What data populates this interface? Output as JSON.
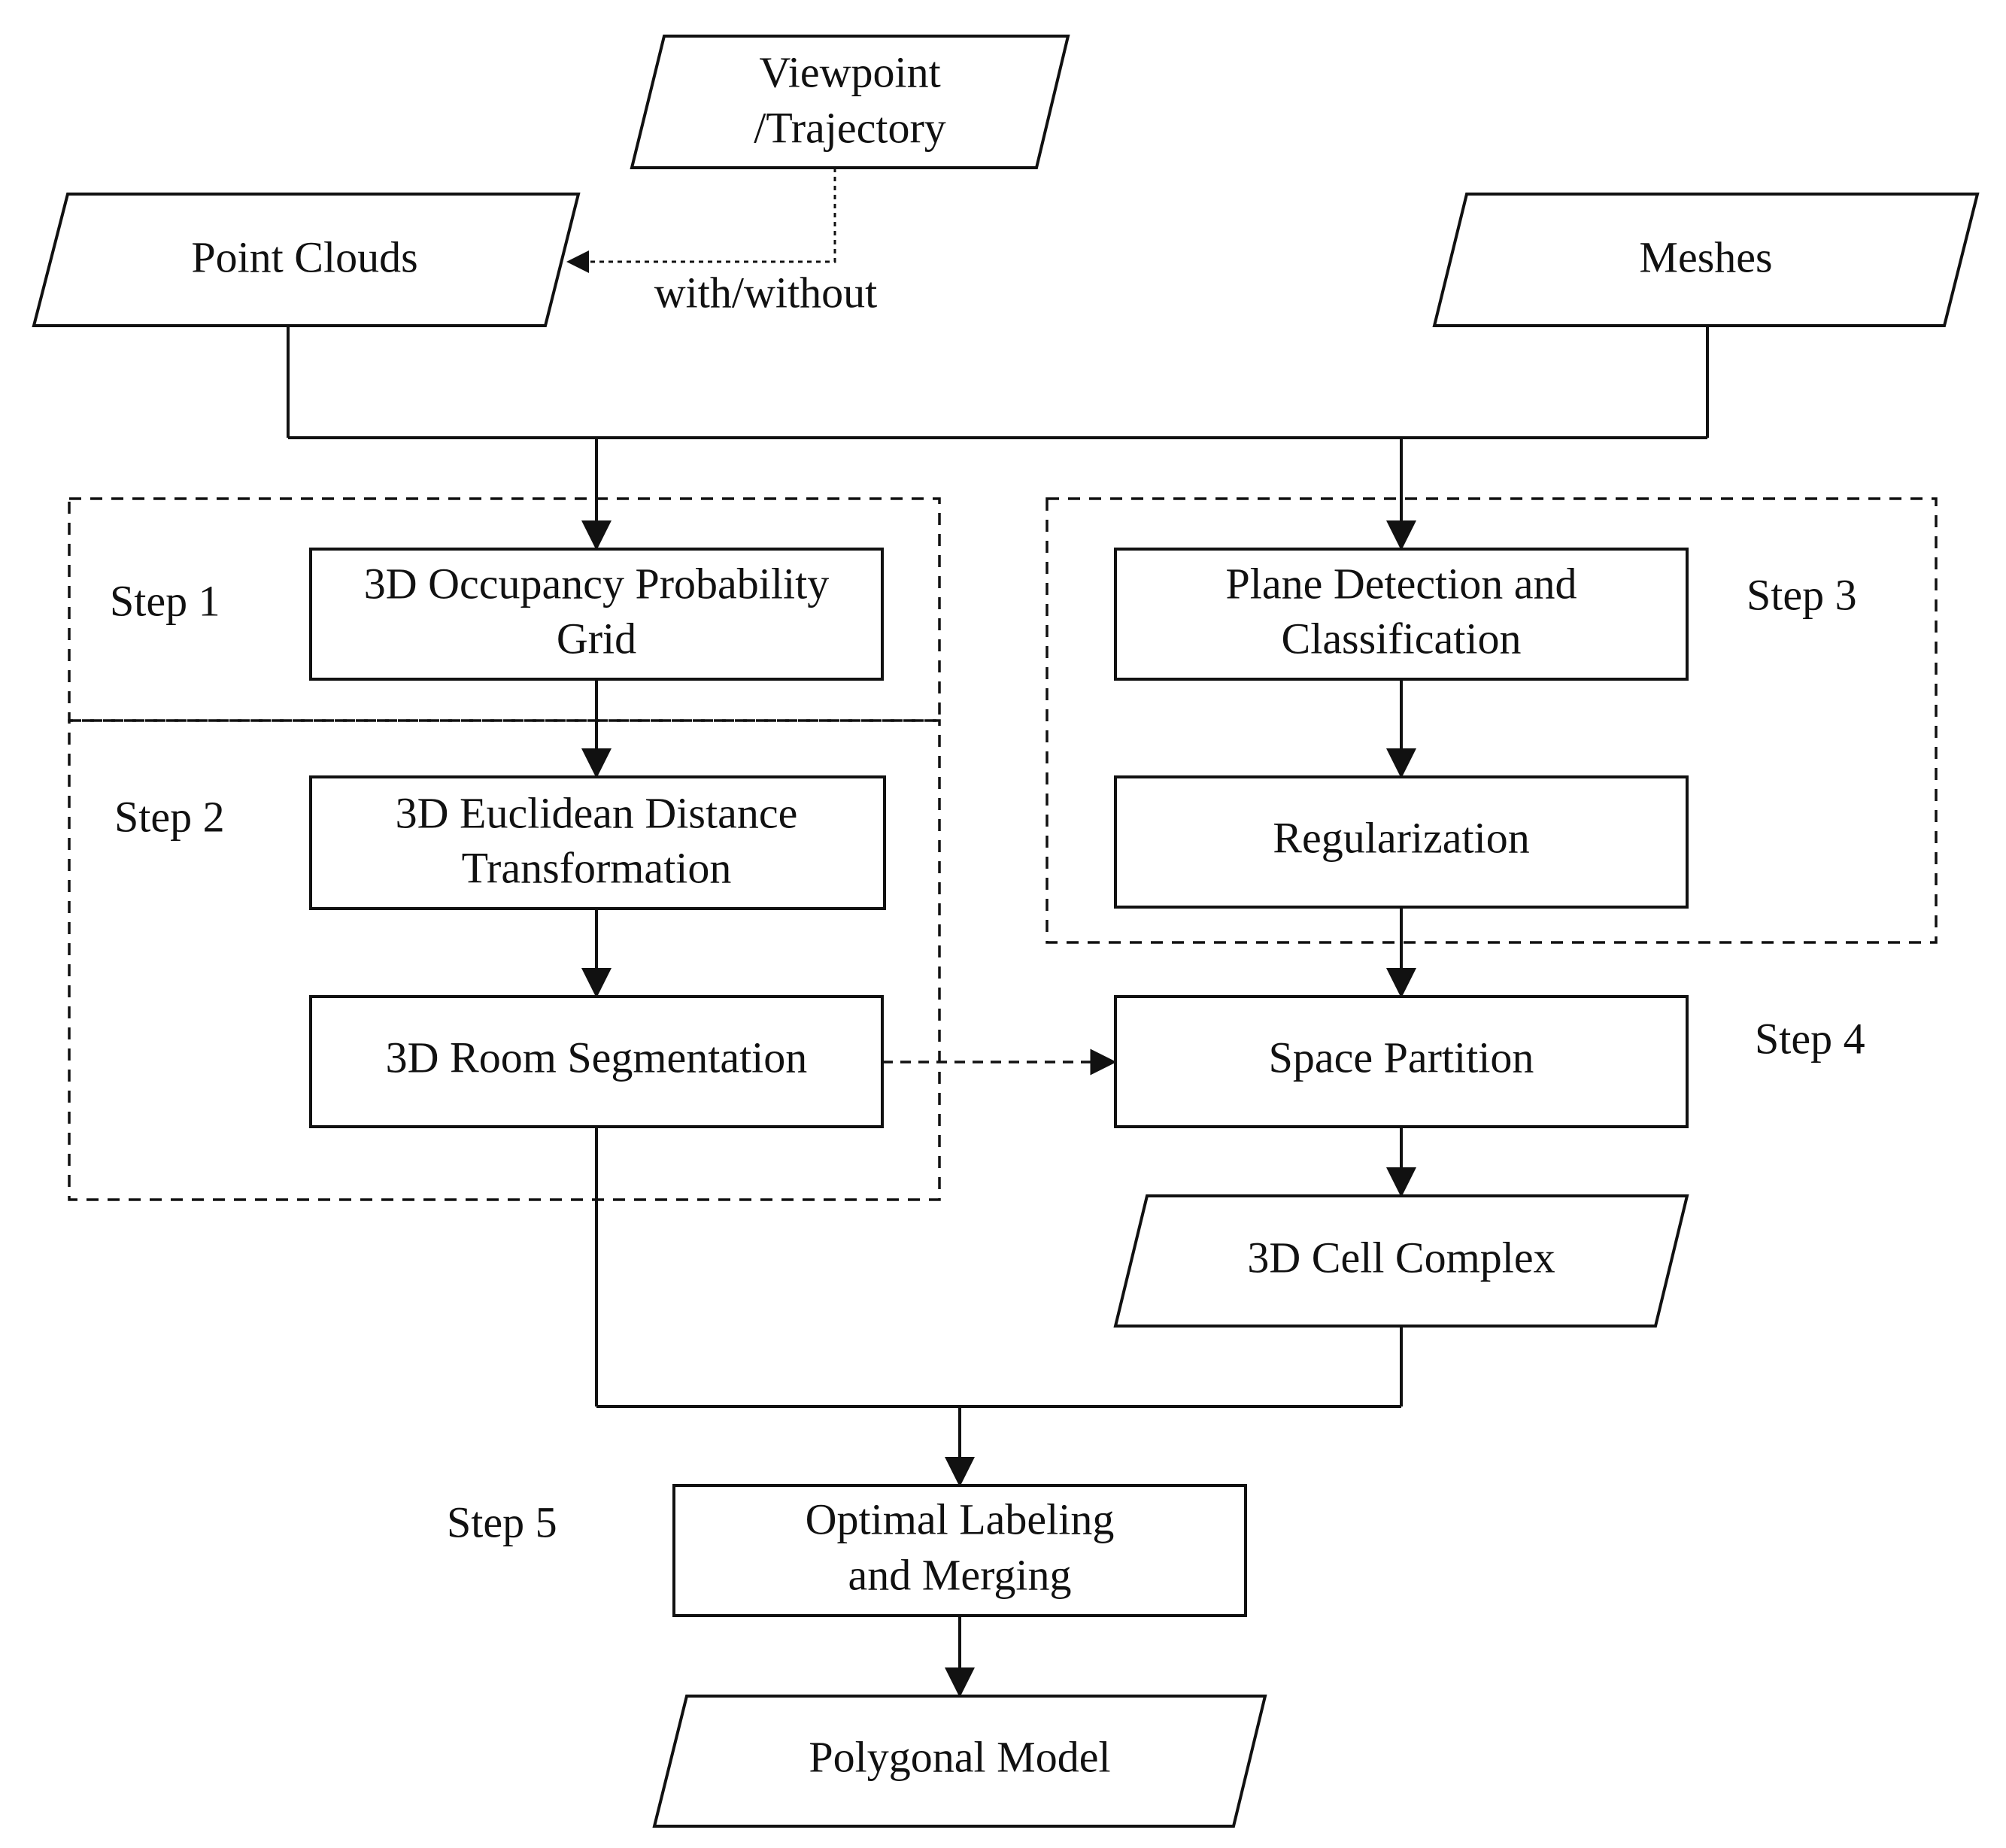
{
  "diagram": {
    "inputs": {
      "viewpoint": [
        "Viewpoint",
        "/Trajectory"
      ],
      "point_clouds": "Point Clouds",
      "meshes": "Meshes",
      "with_without": "with/without"
    },
    "steps": {
      "step1": "Step 1",
      "step2": "Step 2",
      "step3": "Step 3",
      "step4": "Step 4",
      "step5": "Step 5"
    },
    "nodes": {
      "occupancy": [
        "3D Occupancy Probability",
        "Grid"
      ],
      "euclidean": [
        "3D Euclidean Distance",
        "Transformation"
      ],
      "room_seg": "3D Room Segmentation",
      "plane_detection": [
        "Plane Detection and",
        "Classification"
      ],
      "regularization": "Regularization",
      "space_partition": "Space Partition",
      "cell_complex": "3D Cell Complex",
      "labeling": [
        "Optimal Labeling",
        "and Merging"
      ],
      "polygonal_model": "Polygonal Model"
    },
    "colors": {
      "line": "#111111",
      "fill": "#ffffff",
      "background": "#ffffff"
    }
  }
}
